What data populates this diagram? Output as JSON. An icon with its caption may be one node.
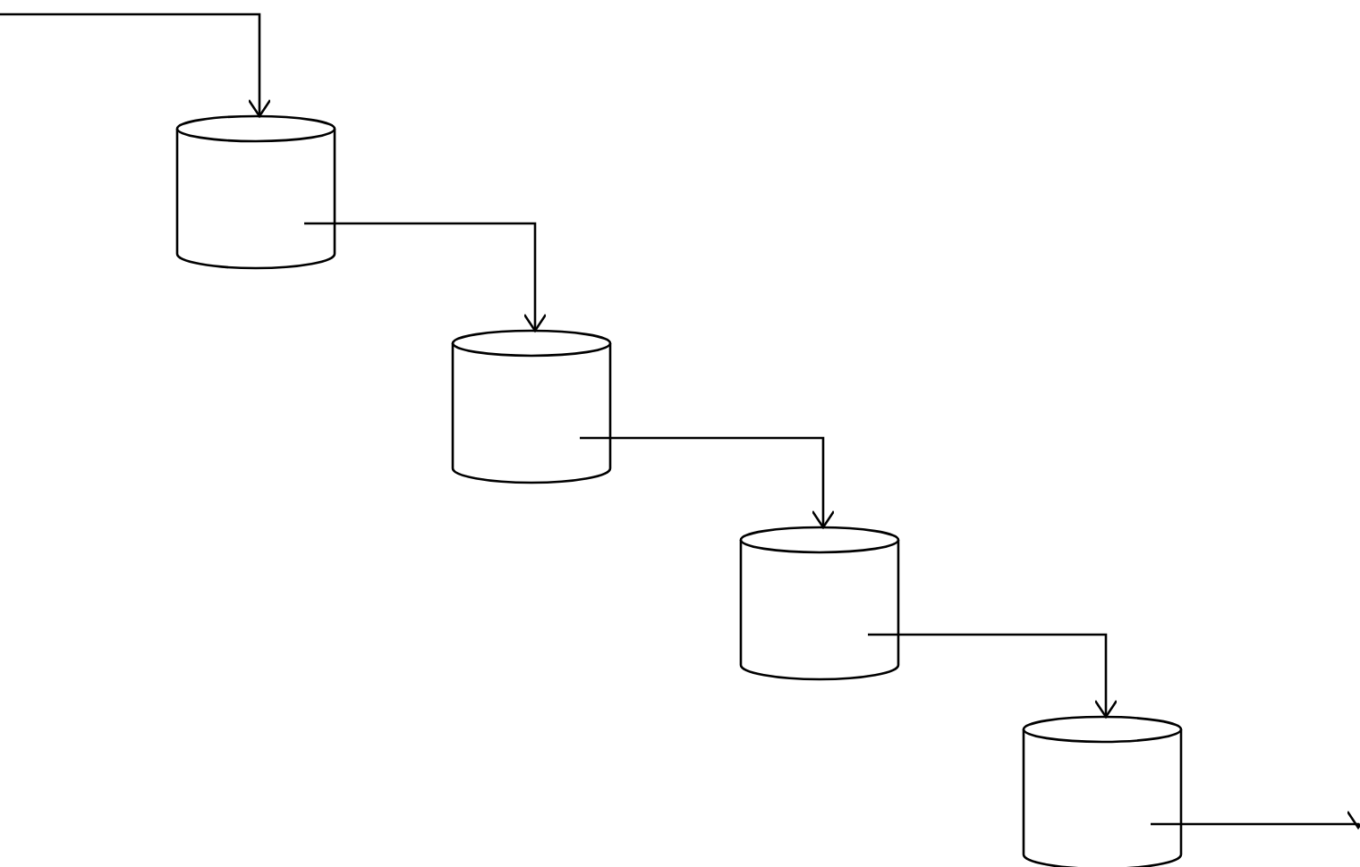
{
  "diagram": {
    "nodes": [
      {
        "text": [],
        "shape": "cylinder"
      },
      {
        "text": [],
        "shape": "cylinder"
      },
      {
        "text": [],
        "shape": "cylinder"
      },
      {
        "text": [],
        "shape": "cylinder"
      }
    ],
    "edges": [
      {
        "from": null,
        "to": 0,
        "arrow": "to"
      },
      {
        "from": 0,
        "to": 1,
        "arrow": "to"
      },
      {
        "from": 1,
        "to": 2,
        "arrow": "to"
      },
      {
        "from": 2,
        "to": 3,
        "arrow": "to"
      },
      {
        "from": 3,
        "to": null,
        "arrow": "to"
      }
    ]
  }
}
